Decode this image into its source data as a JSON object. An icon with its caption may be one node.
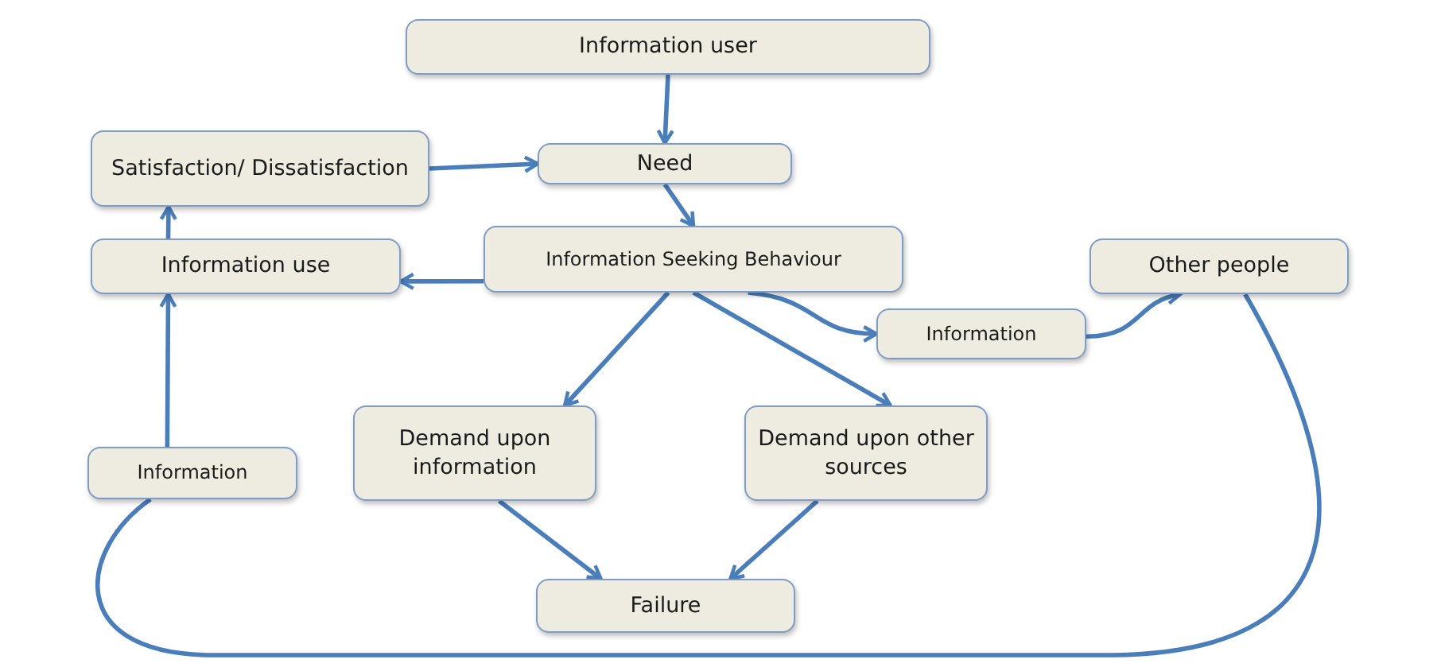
{
  "diagram": {
    "nodes": [
      {
        "text": [
          "Information user"
        ]
      },
      {
        "text": [
          "Satisfaction/ Dissatisfaction"
        ]
      },
      {
        "text": [
          "Need"
        ]
      },
      {
        "text": [
          "Information use"
        ]
      },
      {
        "text": [
          "Information Seeking Behaviour"
        ]
      },
      {
        "text": [
          "Other people"
        ]
      },
      {
        "text": [
          "Information"
        ]
      },
      {
        "text": [
          "Demand upon information"
        ]
      },
      {
        "text": [
          "Demand upon other sources"
        ]
      },
      {
        "text": [
          "Information"
        ]
      },
      {
        "text": [
          "Failure"
        ]
      }
    ],
    "edges": [
      {
        "from": 0,
        "to": 2,
        "arrow": "to"
      },
      {
        "from": 1,
        "to": 2,
        "arrow": "to"
      },
      {
        "from": 2,
        "to": 4,
        "arrow": "to"
      },
      {
        "from": 4,
        "to": 3,
        "arrow": "to"
      },
      {
        "from": 3,
        "to": 1,
        "arrow": "to"
      },
      {
        "from": 4,
        "to": 7,
        "arrow": "to"
      },
      {
        "from": 4,
        "to": 8,
        "arrow": "to"
      },
      {
        "from": 4,
        "to": 6,
        "arrow": "to"
      },
      {
        "from": 6,
        "to": 5,
        "arrow": "to"
      },
      {
        "from": 5,
        "to": 9,
        "arrow": "none"
      },
      {
        "from": 9,
        "to": 3,
        "arrow": "to"
      },
      {
        "from": 7,
        "to": 10,
        "arrow": "to"
      },
      {
        "from": 8,
        "to": 10,
        "arrow": "to"
      }
    ]
  }
}
